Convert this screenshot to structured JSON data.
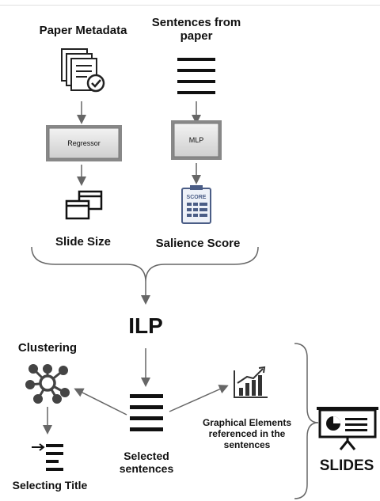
{
  "labels": {
    "paper_metadata": "Paper Metadata",
    "sentences_from_paper": "Sentences from paper",
    "regressor": "Regressor",
    "mlp": "MLP",
    "slide_size": "Slide Size",
    "salience_score": "Salience Score",
    "ilp": "ILP",
    "clustering": "Clustering",
    "selected_sentences": "Selected sentences",
    "graphical_elements": "Graphical Elements referenced in the sentences",
    "selecting_title": "Selecting Title",
    "slides": "SLIDES",
    "score_icon_text": "SCORE"
  },
  "icons": [
    "document-check-icon",
    "lines-icon",
    "windows-icon",
    "score-sheet-icon",
    "cluster-network-icon",
    "list-icon",
    "bar-chart-icon",
    "title-select-icon",
    "presentation-icon"
  ],
  "colors": {
    "score_icon": "#4b5d86",
    "ink": "#111111",
    "box_fill": "#e6e6e6"
  }
}
